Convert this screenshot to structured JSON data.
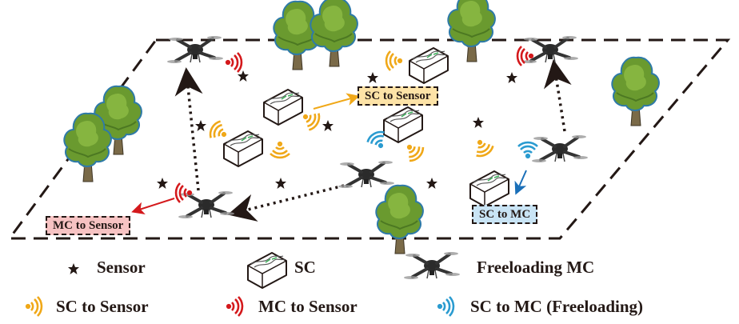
{
  "diagram": {
    "callouts": {
      "sc_to_sensor": "SC to Sensor",
      "mc_to_sensor": "MC to Sensor",
      "sc_to_mc": "SC to MC"
    },
    "legend": {
      "sensor": "Sensor",
      "sc": "SC",
      "freeloading_mc": "Freeloading MC",
      "sc_to_sensor": "SC to Sensor",
      "mc_to_sensor": "MC to Sensor",
      "sc_to_mc": "SC to MC (Freeloading)"
    },
    "colors": {
      "sc_signal": "#f0a818",
      "mc_signal": "#d4191c",
      "freeload_signal": "#2a9bd0",
      "sc_label_bg": "#fde3a7",
      "mc_label_bg": "#f7c3c3",
      "freeload_label_bg": "#c9e4f5",
      "tree_leaf": "#6a9a2f",
      "tree_outline": "#2e7aa8",
      "text": "#231815"
    },
    "icons": {
      "sensor": "star-icon",
      "sc": "sc-device-icon",
      "mc": "drone-icon",
      "signal": "wifi-signal-icon",
      "tree": "tree-icon"
    }
  }
}
